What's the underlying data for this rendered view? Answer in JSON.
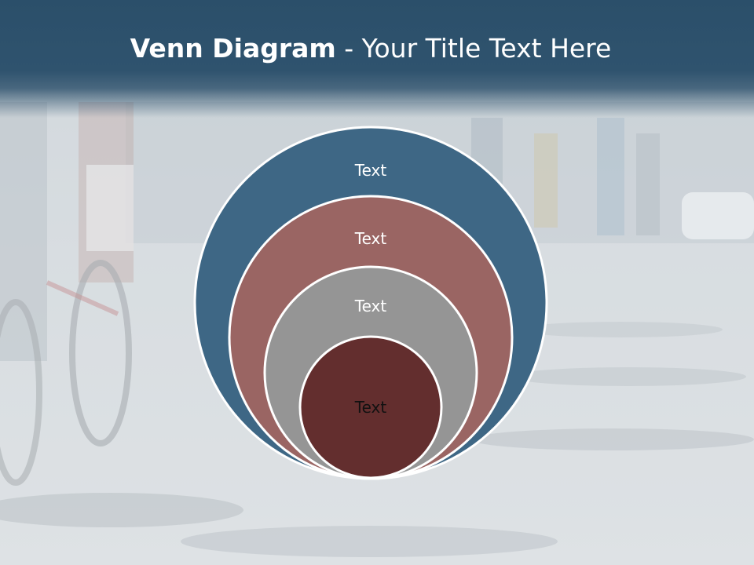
{
  "slide": {
    "title_bold": "Venn Diagram",
    "title_rest": " - Your Title Text Here"
  },
  "diagram": {
    "circles": [
      {
        "label": "Text",
        "color": "#3e6785",
        "text_color": "#ffffff"
      },
      {
        "label": "Text",
        "color": "#9a6563",
        "text_color": "#ffffff"
      },
      {
        "label": "Text",
        "color": "#959595",
        "text_color": "#ffffff"
      },
      {
        "label": "Text",
        "color": "#632e2e",
        "text_color": "#111111"
      }
    ]
  },
  "colors": {
    "title_bar": "#2f536e",
    "circle_stroke": "#ffffff"
  }
}
